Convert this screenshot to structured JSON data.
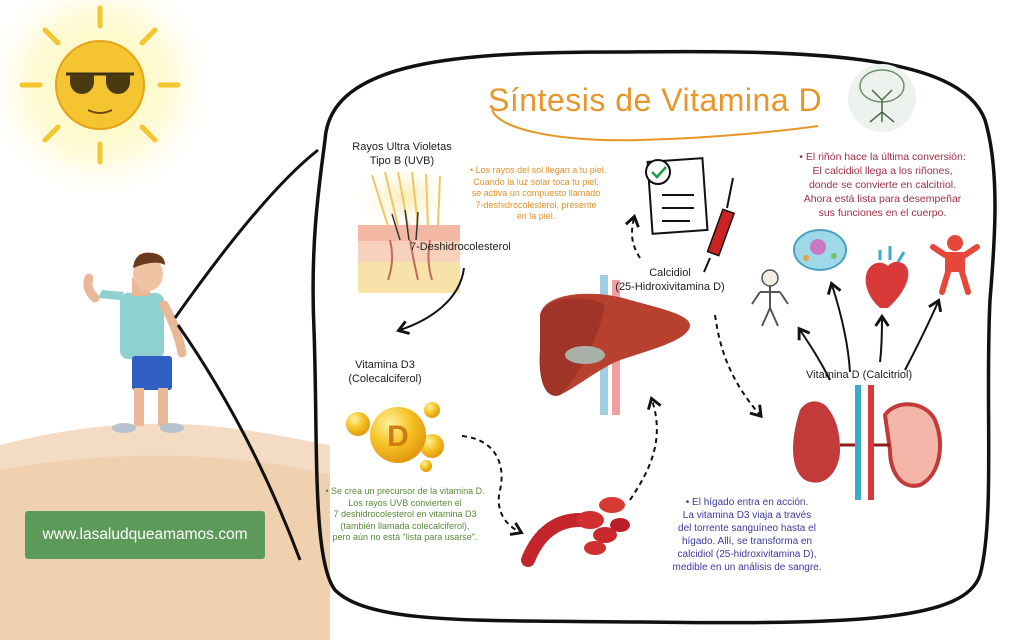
{
  "title": "Síntesis de Vitamina D",
  "labels": {
    "uvb": [
      "Rayos Ultra Violetas",
      "Tipo B (UVB)"
    ],
    "dehydro": "7-Deshidrocolesterol",
    "vitd3": [
      "Vitamina D3",
      "(Colecalciferol)"
    ],
    "vitd_letter": "D",
    "calcidiol": [
      "Calcidiol",
      "(25-Hidroxivitamina D)"
    ],
    "calcitriol": "Vitamina D (Calcitriol)"
  },
  "notes": {
    "skin": [
      "• Los rayos del sol llegan a tu piel.",
      "Cuando la luz solar toca tu piel,",
      "se activa un compuesto llamado",
      "7-deshidrocolesterol, presente",
      "en la piel."
    ],
    "precursor": [
      "• Se crea un precursor de la vitamina D.",
      "Los rayos UVB convierten el",
      "7 deshidrocolesterol en vitamina D3",
      "(también llamada colecalciferol),",
      "pero aún no está \"lista para usarse\"."
    ],
    "liver": [
      "• El hígado entra en acción.",
      "La vitamina D3 viaja a través",
      "del torrente sanguíneo hasta el",
      "hígado. Allí, se transforma en",
      "calcidiol (25-hidroxivitamina D),",
      "medible en un análisis de sangre."
    ],
    "kidney": [
      "• El riñón hace la última conversión:",
      "El calcidiol llega a los riñones,",
      "donde se convierte en calcitriol.",
      "Ahora está lista para desempeñar",
      "sus funciones en el cuerpo."
    ]
  },
  "website": "www.lasaludqueamamos.com",
  "colors": {
    "title": "#e8962a",
    "sun": "#f5c431",
    "orange_note": "#e0912c",
    "green_note": "#5a8a3a",
    "blue_note": "#3d3aa0",
    "red_note": "#a03045",
    "badge": "#5c9a5a"
  }
}
